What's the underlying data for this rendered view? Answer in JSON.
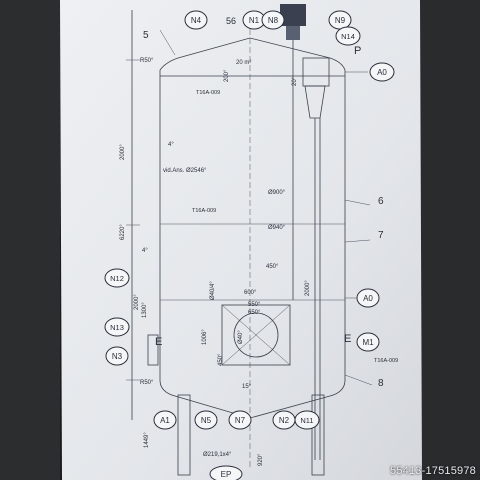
{
  "bubbles": {
    "n4": "N4",
    "n1": "N1",
    "n8": "N8",
    "n9": "N9",
    "n14": "N14",
    "a0_top": "A0",
    "a0_mid": "A0",
    "n12": "N12",
    "n13": "N13",
    "n3": "N3",
    "m1": "M1",
    "a1": "A1",
    "n5": "N5",
    "n7": "N7",
    "n2": "N2",
    "n11": "N11",
    "ep": "EP"
  },
  "labels": {
    "item_5": "5",
    "item_56": "56",
    "item_6": "6",
    "item_7": "7",
    "item_8": "8",
    "p_mark": "P",
    "e_left": "E",
    "e_right": "E"
  },
  "annotations": {
    "r50_top": "R50°",
    "r50_bottom": "R50°",
    "dim_2000_left": "2000°",
    "dim_6220": "6220°",
    "dim_2000_low": "2000°",
    "dim_1300": "1300°",
    "dim_1449": "1449°",
    "dim_920": "920°",
    "dim_200": "200°",
    "dim_600": "600°",
    "dim_450": "450°",
    "dim_550": "550°",
    "dim_650": "650°",
    "dim_1006": "1006°",
    "dim_450b": "450°",
    "dim_640": "Ø40°",
    "dim_900": "Ø900°",
    "dim_940": "Ø940°",
    "dim_840": "Ø40/4°",
    "dim_2000_right": "2000°",
    "vid_ans": "vid.Ans. Ø2546°",
    "tag_t16a_top": "T16A-009",
    "tag_t16a_mid": "T16A-009",
    "tag_t16a_right": "T16A-009",
    "m2": "20 m²",
    "ep_dim": "Ø219,1x4°",
    "angle_4_top": "4°",
    "angle_4_mid": "4°",
    "angle_15": "15°",
    "angle_20": "20°"
  },
  "watermark": "55413-17515978",
  "colors": {
    "paper": "#e7eaee",
    "line": "#2a2f3a",
    "background": "#1e1e1f"
  }
}
